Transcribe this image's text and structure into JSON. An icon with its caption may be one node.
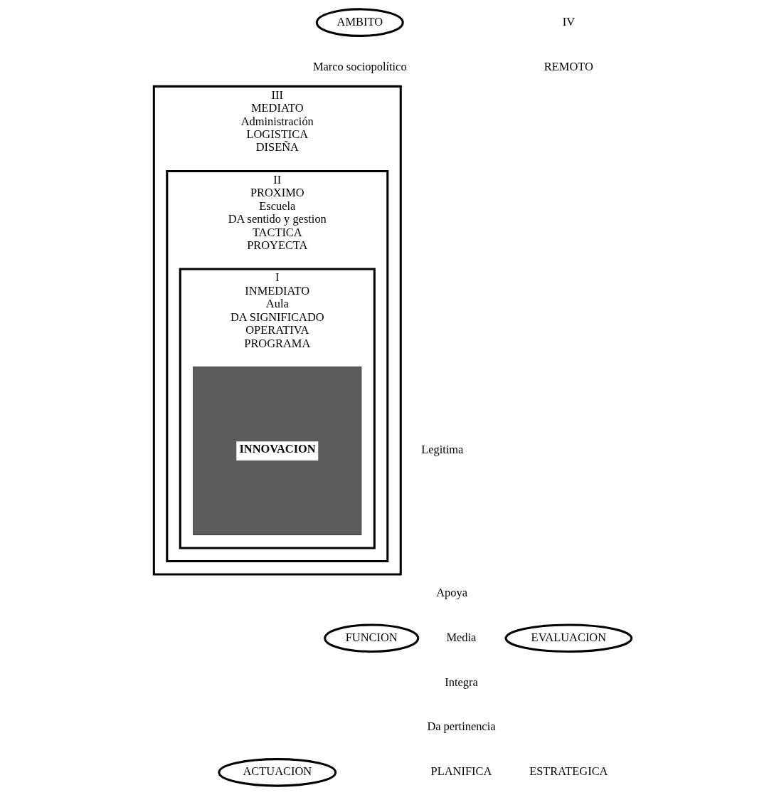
{
  "diagram": {
    "nodes": [
      {
        "text": [
          "AMBITO"
        ]
      },
      {
        "text": [
          "III",
          "MEDIATO",
          "Administración",
          "LOGISTICA",
          "DISEÑA"
        ]
      },
      {
        "text": [
          "II",
          "PROXIMO",
          "Escuela",
          "DA sentido y gestion",
          "TACTICA",
          "PROYECTA"
        ],
        "in": 1
      },
      {
        "text": [
          "I",
          "INMEDIATO",
          "Aula",
          "DA SIGNIFICADO",
          "OPERATIVA",
          "PROGRAMA"
        ],
        "in": 2
      },
      {
        "text": [
          "INNOVACION"
        ],
        "in": 3
      },
      {
        "text": [
          "EVALUACION"
        ]
      },
      {
        "text": [
          "FUNCION"
        ]
      },
      {
        "text": [
          "ACTUACION"
        ]
      }
    ],
    "labels": [
      "IV",
      "REMOTO",
      "Marco sociopolítico",
      "Legitima",
      "Apoya",
      "Media",
      "Integra",
      "Da pertinencia",
      "ESTRATEGICA",
      "PLANIFICA"
    ]
  }
}
